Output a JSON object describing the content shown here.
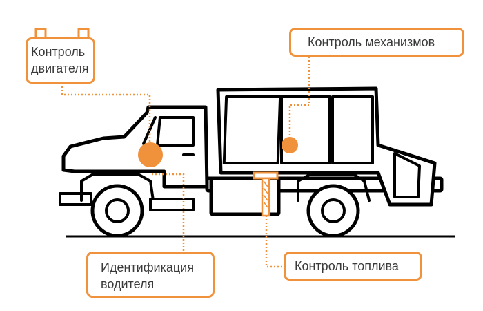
{
  "labels": {
    "engine": {
      "line1": "Контроль",
      "line2": "двигателя"
    },
    "mechanisms": {
      "text": "Контроль механизмов"
    },
    "driver": {
      "line1": "Идентификация",
      "line2": "водителя"
    },
    "fuel": {
      "text": "Контроль топлива"
    }
  },
  "colors": {
    "accent": "#F0913C",
    "outline": "#000000",
    "text": "#3a3a3a"
  },
  "icons": {
    "engine_box": "battery-tabs-icon",
    "sensor_markers": "orange-dot-icon"
  }
}
